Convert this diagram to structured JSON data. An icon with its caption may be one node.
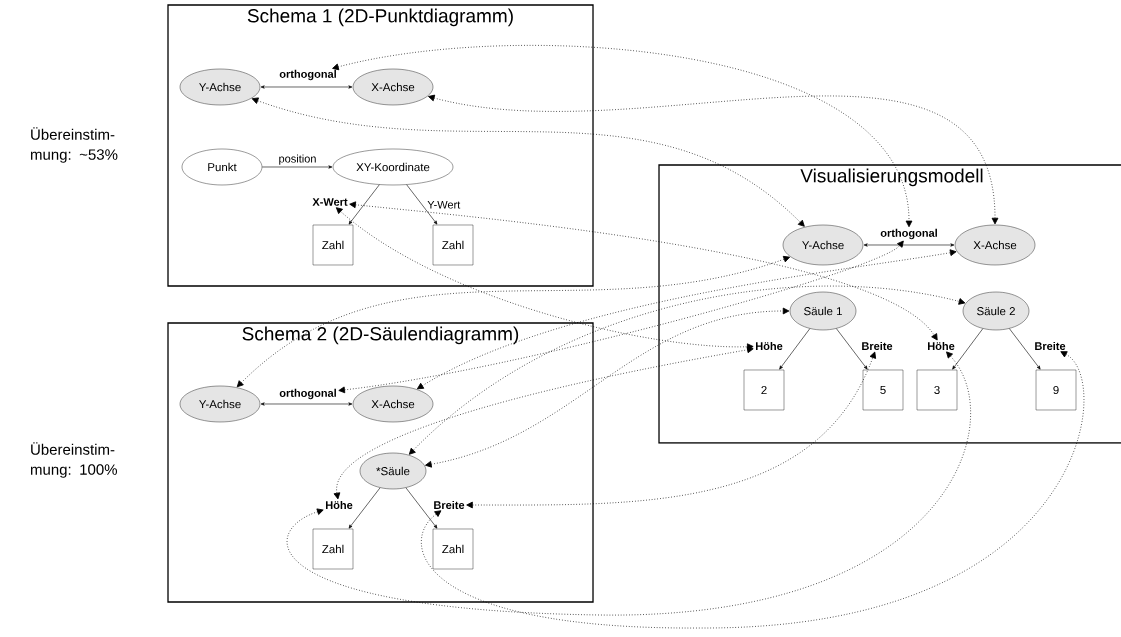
{
  "diagram": {
    "nodes": [
      {
        "text": [
          "Schema 1 (2D-Punktdiagramm)"
        ]
      },
      {
        "text": [
          "Y-Achse"
        ],
        "in": 0
      },
      {
        "text": [
          "orthogonal"
        ],
        "in": 0
      },
      {
        "text": [
          "X-Achse"
        ],
        "in": 0
      },
      {
        "text": [
          "Punkt"
        ],
        "in": 0
      },
      {
        "text": [
          "XY-Koordinate"
        ],
        "in": 0
      },
      {
        "text": [
          "X-Wert"
        ],
        "in": 0
      },
      {
        "text": [
          "Zahl"
        ],
        "in": 0
      },
      {
        "text": [
          "Zahl"
        ],
        "in": 0
      },
      {
        "text": [
          "Schema 2 (2D-Säulendiagramm)"
        ]
      },
      {
        "text": [
          "Y-Achse"
        ],
        "in": 9
      },
      {
        "text": [
          "orthogonal"
        ],
        "in": 9
      },
      {
        "text": [
          "X-Achse"
        ],
        "in": 9
      },
      {
        "text": [
          "*Säule"
        ],
        "in": 9
      },
      {
        "text": [
          "Höhe"
        ],
        "in": 9
      },
      {
        "text": [
          "Breite"
        ],
        "in": 9
      },
      {
        "text": [
          "Zahl"
        ],
        "in": 9
      },
      {
        "text": [
          "Zahl"
        ],
        "in": 9
      },
      {
        "text": [
          "Visualisierungsmodell"
        ]
      },
      {
        "text": [
          "Y-Achse"
        ],
        "in": 18
      },
      {
        "text": [
          "orthogonal"
        ],
        "in": 18
      },
      {
        "text": [
          "X-Achse"
        ],
        "in": 18
      },
      {
        "text": [
          "Säule 1"
        ],
        "in": 18
      },
      {
        "text": [
          "Säule 2"
        ],
        "in": 18
      },
      {
        "text": [
          "Höhe"
        ],
        "in": 18
      },
      {
        "text": [
          "Breite"
        ],
        "in": 18
      },
      {
        "text": [
          "Höhe"
        ],
        "in": 18
      },
      {
        "text": [
          "Breite"
        ],
        "in": 18
      },
      {
        "text": [
          "2"
        ],
        "in": 18
      },
      {
        "text": [
          "5"
        ],
        "in": 18
      },
      {
        "text": [
          "3"
        ],
        "in": 18
      },
      {
        "text": [
          "9"
        ],
        "in": 18
      }
    ],
    "edges": [
      {
        "from": 1,
        "to": 3,
        "arrow": "both"
      },
      {
        "from": 4,
        "to": 5,
        "arrow": "to",
        "label": "position"
      },
      {
        "from": 5,
        "to": 7,
        "arrow": "to"
      },
      {
        "from": 5,
        "to": 8,
        "arrow": "to",
        "label": "Y-Wert"
      },
      {
        "from": 10,
        "to": 12,
        "arrow": "both"
      },
      {
        "from": 13,
        "to": 16,
        "arrow": "to"
      },
      {
        "from": 13,
        "to": 17,
        "arrow": "to"
      },
      {
        "from": 19,
        "to": 21,
        "arrow": "both"
      },
      {
        "from": 22,
        "to": 28,
        "arrow": "to"
      },
      {
        "from": 22,
        "to": 29,
        "arrow": "to"
      },
      {
        "from": 23,
        "to": 30,
        "arrow": "to"
      },
      {
        "from": 23,
        "to": 31,
        "arrow": "to"
      },
      {
        "from": 2,
        "to": 20,
        "arrow": "both",
        "style": "dashed"
      },
      {
        "from": 3,
        "to": 21,
        "arrow": "both",
        "style": "dashed"
      },
      {
        "from": 1,
        "to": 19,
        "arrow": "both",
        "style": "dashed"
      },
      {
        "from": 6,
        "to": 24,
        "arrow": "both",
        "style": "dashed"
      },
      {
        "from": 6,
        "to": 26,
        "arrow": "both",
        "style": "dashed"
      },
      {
        "from": 10,
        "to": 19,
        "arrow": "both",
        "style": "dashed"
      },
      {
        "from": 11,
        "to": 20,
        "arrow": "both",
        "style": "dashed"
      },
      {
        "from": 12,
        "to": 21,
        "arrow": "both",
        "style": "dashed"
      },
      {
        "from": 13,
        "to": 22,
        "arrow": "both",
        "style": "dashed"
      },
      {
        "from": 13,
        "to": 23,
        "arrow": "both",
        "style": "dashed"
      },
      {
        "from": 14,
        "to": 24,
        "arrow": "both",
        "style": "dashed"
      },
      {
        "from": 15,
        "to": 25,
        "arrow": "both",
        "style": "dashed"
      },
      {
        "from": 14,
        "to": 26,
        "arrow": "both",
        "style": "dashed"
      },
      {
        "from": 15,
        "to": 27,
        "arrow": "both",
        "style": "dashed"
      }
    ],
    "labels": [
      "Übereinstim- mung: ~53%",
      "Übereinstim- mung: 100%"
    ]
  }
}
